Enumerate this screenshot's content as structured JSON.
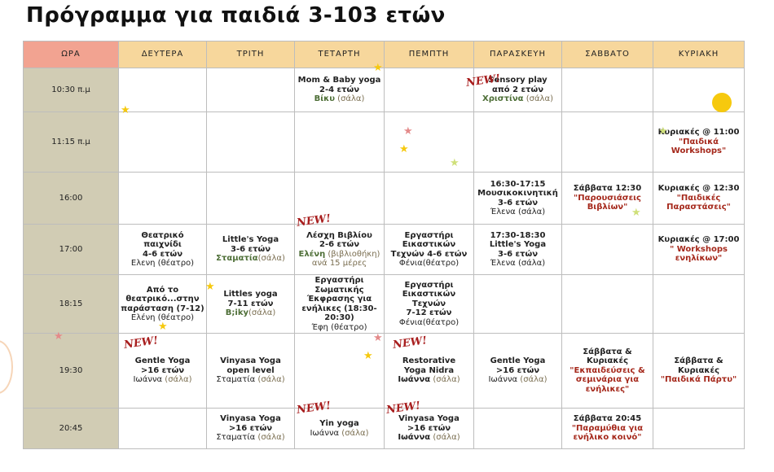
{
  "title": "Πρόγραμμα για παιδιά 3-103 ετών",
  "header": {
    "hour": "ΩΡΑ",
    "days": [
      "ΔΕΥΤΕΡΑ",
      "ΤΡΙΤΗ",
      "ΤΕΤΑΡΤΗ",
      "ΠΕΜΠΤΗ",
      "ΠΑΡΑΣΚΕΥΗ",
      "ΣΑΒΒΑΤΟ",
      "ΚΥΡΙΑΚΗ"
    ]
  },
  "badge_new": "NEW!",
  "decor": {
    "star_icon": "star-icon",
    "sun_icon": "sun-icon",
    "star_colors": [
      "#f6c90e",
      "#e48a8a",
      "#cfe07a"
    ]
  },
  "rows": [
    {
      "time": "10:30 π.μ",
      "cells": [
        [],
        [],
        [
          {
            "t": "Mom & Baby yoga",
            "s": "b"
          },
          {
            "t": "2-4 ετών",
            "s": "b"
          },
          {
            "t": "Βίκυ",
            "s": "green"
          },
          {
            "t": " (σάλα)",
            "s": "muted",
            "inline": true
          }
        ],
        [],
        [
          {
            "t": "Sensory play",
            "s": "b"
          },
          {
            "t": "από 2 ετών",
            "s": "b"
          },
          {
            "t": "Χριστίνα",
            "s": "green"
          },
          {
            "t": " (σάλα)",
            "s": "muted",
            "inline": true
          }
        ],
        [],
        []
      ]
    },
    {
      "time": "11:15 π.μ",
      "cells": [
        [],
        [],
        [],
        [],
        [],
        [],
        [
          {
            "t": "Κυριακές @ 11:00",
            "s": "b"
          },
          {
            "t": "\"Παιδικά",
            "s": "red"
          },
          {
            "t": "Workshops\"",
            "s": "red"
          }
        ]
      ]
    },
    {
      "time": "16:00",
      "cells": [
        [],
        [],
        [],
        [],
        [
          {
            "t": "16:30-17:15",
            "s": "b"
          },
          {
            "t": "Μουσικοκινητική",
            "s": "b"
          },
          {
            "t": "3-6 ετών",
            "s": "b"
          },
          {
            "t": "Έλενα (σάλα)",
            "s": ""
          }
        ],
        [
          {
            "t": "Σάββατα 12:30",
            "s": "b"
          },
          {
            "t": "\"Παρουσιάσεις",
            "s": "red"
          },
          {
            "t": "Βιβλίων\"",
            "s": "red"
          }
        ],
        [
          {
            "t": "Κυριακές @ 12:30",
            "s": "b"
          },
          {
            "t": "\"Παιδικές",
            "s": "red"
          },
          {
            "t": "Παραστάσεις\"",
            "s": "red"
          }
        ]
      ]
    },
    {
      "time": "17:00",
      "cells": [
        [
          {
            "t": "Θεατρικό",
            "s": "b"
          },
          {
            "t": "παιχνίδι",
            "s": "b"
          },
          {
            "t": "4-6 ετών",
            "s": "b"
          },
          {
            "t": "Ελενη (θέατρο)",
            "s": ""
          }
        ],
        [
          {
            "t": "Little's Yoga",
            "s": "b"
          },
          {
            "t": "3-6 ετών",
            "s": "b"
          },
          {
            "t": "Σταματία",
            "s": "green"
          },
          {
            "t": "(σάλα)",
            "s": "muted",
            "inline": true
          }
        ],
        [
          {
            "t": "Λέσχη Βιβλίου",
            "s": "b"
          },
          {
            "t": "2-6 ετών",
            "s": "b"
          },
          {
            "t": "Ελένη",
            "s": "green"
          },
          {
            "t": " (βιβλιοθήκη)",
            "s": "muted",
            "inline": true
          },
          {
            "t": "ανά 15 μέρες",
            "s": "muted"
          }
        ],
        [
          {
            "t": "Εργαστήρι Εικαστικών",
            "s": "b"
          },
          {
            "t": "Τεχνών 4-6 ετών",
            "s": "b"
          },
          {
            "t": "Φένια(θέατρο)",
            "s": ""
          }
        ],
        [
          {
            "t": "17:30-18:30",
            "s": "b"
          },
          {
            "t": "Little's Yoga",
            "s": "b"
          },
          {
            "t": "3-6 ετών",
            "s": "b"
          },
          {
            "t": "Έλενα (σάλα)",
            "s": ""
          }
        ],
        [],
        [
          {
            "t": "Κυριακές @ 17:00",
            "s": "b"
          },
          {
            "t": "\" Workshops",
            "s": "red"
          },
          {
            "t": "ενηλίκων\"",
            "s": "red"
          }
        ]
      ]
    },
    {
      "time": "18:15",
      "cells": [
        [
          {
            "t": "Από το",
            "s": "b"
          },
          {
            "t": "θεατρικό...στην",
            "s": "b"
          },
          {
            "t": "παράσταση (7-12)",
            "s": "b"
          },
          {
            "t": "Ελένη (θέατρο)",
            "s": ""
          }
        ],
        [
          {
            "t": "Littles yoga",
            "s": "b"
          },
          {
            "t": "7-11 ετών",
            "s": "b"
          },
          {
            "t": "B;iky",
            "s": "green"
          },
          {
            "t": "(σάλα)",
            "s": "muted",
            "inline": true
          }
        ],
        [
          {
            "t": "Εργαστήρι Σωματικής",
            "s": "b"
          },
          {
            "t": "Έκφρασης για",
            "s": "b"
          },
          {
            "t": "ενήλικες (18:30-",
            "s": "b"
          },
          {
            "t": "20:30)",
            "s": "b"
          },
          {
            "t": "Έφη (θέατρο)",
            "s": ""
          }
        ],
        [
          {
            "t": "Εργαστήρι",
            "s": "b"
          },
          {
            "t": "Εικαστικών Τεχνών",
            "s": "b"
          },
          {
            "t": "7-12 ετών",
            "s": "b"
          },
          {
            "t": "Φένια(θέατρο)",
            "s": ""
          }
        ],
        [],
        [],
        []
      ]
    },
    {
      "time": "19:30",
      "cells": [
        [
          {
            "t": "Gentle Yoga",
            "s": "b"
          },
          {
            "t": ">16 ετών",
            "s": "b"
          },
          {
            "t": "Ιωάννα",
            "s": ""
          },
          {
            "t": " (σάλα)",
            "s": "muted",
            "inline": true
          }
        ],
        [
          {
            "t": "Vinyasa Yoga",
            "s": "b"
          },
          {
            "t": "open level",
            "s": "b"
          },
          {
            "t": "Σταματία",
            "s": ""
          },
          {
            "t": " (σάλα)",
            "s": "muted",
            "inline": true
          }
        ],
        [],
        [
          {
            "t": "Restorative",
            "s": "b"
          },
          {
            "t": "Yoga Nidra",
            "s": "b"
          },
          {
            "t": "Ιωάννα",
            "s": "b"
          },
          {
            "t": " (σάλα)",
            "s": "muted",
            "inline": true
          }
        ],
        [
          {
            "t": "Gentle Yoga",
            "s": "b"
          },
          {
            "t": ">16 ετών",
            "s": "b"
          },
          {
            "t": "Ιωάννα",
            "s": ""
          },
          {
            "t": " (σάλα)",
            "s": "muted",
            "inline": true
          }
        ],
        [
          {
            "t": "Σάββατα &",
            "s": "b"
          },
          {
            "t": "Κυριακές",
            "s": "b"
          },
          {
            "t": "\"Εκπαιδεύσεις &",
            "s": "red"
          },
          {
            "t": "σεμινάρια για",
            "s": "red"
          },
          {
            "t": "ενήλικες\"",
            "s": "red"
          }
        ],
        [
          {
            "t": "Σάββατα &",
            "s": "b"
          },
          {
            "t": "Κυριακές",
            "s": "b"
          },
          {
            "t": "\"Παιδικά Πάρτυ\"",
            "s": "red"
          }
        ]
      ]
    },
    {
      "time": "20:45",
      "cells": [
        [],
        [
          {
            "t": "Vinyasa Yoga",
            "s": "b"
          },
          {
            "t": ">16 ετών",
            "s": "b"
          },
          {
            "t": "Σταματία",
            "s": ""
          },
          {
            "t": " (σάλα)",
            "s": "muted",
            "inline": true
          }
        ],
        [
          {
            "t": "Yin yoga",
            "s": "b"
          },
          {
            "t": "Ιωάννα",
            "s": ""
          },
          {
            "t": " (σάλα)",
            "s": "muted",
            "inline": true
          }
        ],
        [
          {
            "t": "Vinyasa Yoga",
            "s": "b"
          },
          {
            "t": ">16 ετών",
            "s": "b"
          },
          {
            "t": "Ιωάννα",
            "s": "b"
          },
          {
            "t": " (σάλα)",
            "s": "muted",
            "inline": true
          }
        ],
        [],
        [
          {
            "t": "Σάββατα 20:45",
            "s": "b"
          },
          {
            "t": "\"Παραμύθια για",
            "s": "red"
          },
          {
            "t": "ενήλικο κοινό\"",
            "s": "red"
          }
        ],
        []
      ]
    }
  ]
}
